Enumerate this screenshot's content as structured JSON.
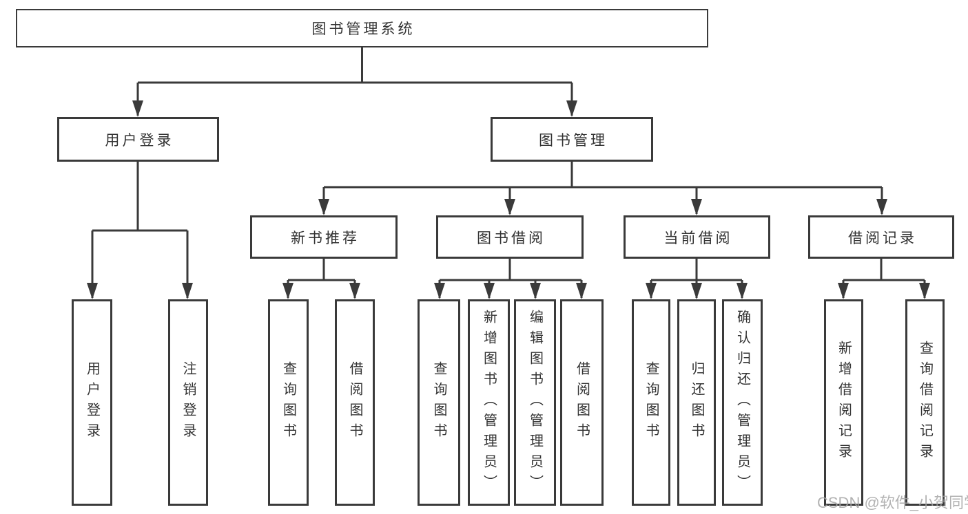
{
  "nodes": {
    "root": "图书管理系统",
    "user_login": "用户登录",
    "book_management": "图书管理",
    "new_book_recommend": "新书推荐",
    "book_borrow": "图书借阅",
    "current_borrow": "当前借阅",
    "borrow_record": "借阅记录",
    "leaf_user_login": "用户登录",
    "leaf_logout": "注销登录",
    "leaf_nb_query_books": "查询图书",
    "leaf_nb_borrow_books": "借阅图书",
    "leaf_bb_query_books": "查询图书",
    "leaf_bb_add_books": "新增图书（管理员）",
    "leaf_bb_edit_books": "编辑图书（管理员）",
    "leaf_bb_borrow_books": "借阅图书",
    "leaf_cb_query_books": "查询图书",
    "leaf_cb_return_books": "归还图书",
    "leaf_cb_confirm_return": "确认归还（管理员）",
    "leaf_br_add_record": "新增借阅记录",
    "leaf_br_query_record": "查询借阅记录"
  },
  "edges": [
    {
      "parent": "图书管理系统",
      "children": [
        "用户登录",
        "图书管理"
      ]
    },
    {
      "parent": "用户登录",
      "children": [
        "用户登录",
        "注销登录"
      ]
    },
    {
      "parent": "图书管理",
      "children": [
        "新书推荐",
        "图书借阅",
        "当前借阅",
        "借阅记录"
      ]
    },
    {
      "parent": "新书推荐",
      "children": [
        "查询图书",
        "借阅图书"
      ]
    },
    {
      "parent": "图书借阅",
      "children": [
        "查询图书",
        "新增图书（管理员）",
        "编辑图书（管理员）",
        "借阅图书"
      ]
    },
    {
      "parent": "当前借阅",
      "children": [
        "查询图书",
        "归还图书",
        "确认归还（管理员）"
      ]
    },
    {
      "parent": "借阅记录",
      "children": [
        "新增借阅记录",
        "查询借阅记录"
      ]
    }
  ],
  "watermark": "CSDN @软件_小贺同学",
  "colors": {
    "line": "#3a3a3a",
    "text": "#333333",
    "watermark": "#a4a4a4",
    "background": "#ffffff"
  }
}
